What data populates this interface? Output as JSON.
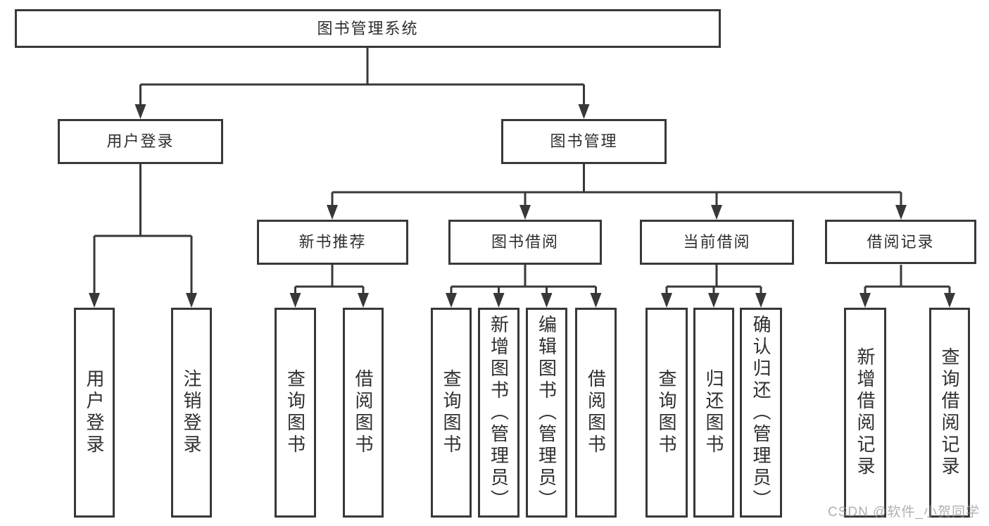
{
  "diagram": {
    "type": "hierarchy-tree",
    "colors": {
      "line": "#383838",
      "box_border": "#383838",
      "box_fill": "#ffffff",
      "text": "#2f2f2f",
      "watermark": "#969696"
    },
    "nodes": {
      "root": "图书管理系统",
      "user_login": "用户登录",
      "book_mgmt": "图书管理",
      "new_book_rec": "新书推荐",
      "book_borrow": "图书借阅",
      "current_borrow": "当前借阅",
      "borrow_records": "借阅记录",
      "leaf_user_login": "用户登录",
      "leaf_logout": "注销登录",
      "leaf_query_book_1": "查询图书",
      "leaf_borrow_book_1": "借阅图书",
      "leaf_query_book_2": "查询图书",
      "leaf_add_book": "新增图书（管理员）",
      "leaf_edit_book": "编辑图书（管理员）",
      "leaf_borrow_book_2": "借阅图书",
      "leaf_query_book_3": "查询图书",
      "leaf_return_book": "归还图书",
      "leaf_confirm_return": "确认归还（管理员）",
      "leaf_add_record": "新增借阅记录",
      "leaf_query_record": "查询借阅记录"
    },
    "hierarchy": {
      "图书管理系统": {
        "用户登录": [
          "用户登录",
          "注销登录"
        ],
        "图书管理": {
          "新书推荐": [
            "查询图书",
            "借阅图书"
          ],
          "图书借阅": [
            "查询图书",
            "新增图书（管理员）",
            "编辑图书（管理员）",
            "借阅图书"
          ],
          "当前借阅": [
            "查询图书",
            "归还图书",
            "确认归还（管理员）"
          ],
          "借阅记录": [
            "新增借阅记录",
            "查询借阅记录"
          ]
        }
      }
    },
    "watermark": "CSDN @软件_小贺同学"
  }
}
